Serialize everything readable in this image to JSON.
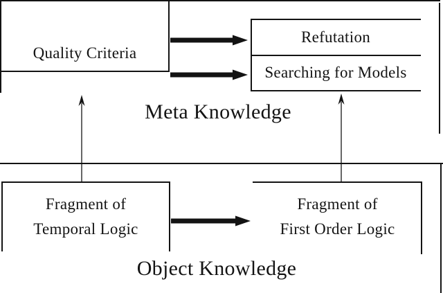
{
  "sections": {
    "meta": {
      "label": "Meta Knowledge",
      "boxes": {
        "quality_criteria": {
          "label": "Quality Criteria"
        },
        "refutation": {
          "label": "Refutation"
        },
        "searching_for_models": {
          "label": "Searching for Models"
        }
      }
    },
    "object": {
      "label": "Object Knowledge",
      "boxes": {
        "temporal": {
          "line1": "Fragment of",
          "line2": "Temporal Logic"
        },
        "first_order": {
          "line1": "Fragment of",
          "line2": "First Order Logic"
        }
      }
    }
  },
  "connections": [
    {
      "from": "Quality Criteria",
      "to": "Refutation",
      "style": "thick-horizontal-arrow"
    },
    {
      "from": "Quality Criteria",
      "to": "Searching for Models",
      "style": "thick-horizontal-arrow"
    },
    {
      "from": "Fragment of Temporal Logic",
      "to": "Fragment of First Order Logic",
      "style": "thick-horizontal-arrow"
    },
    {
      "from": "Fragment of Temporal Logic",
      "to": "Quality Criteria",
      "style": "thin-vertical-arrow"
    },
    {
      "from": "Fragment of First Order Logic",
      "to": "Searching for Models",
      "style": "thin-vertical-arrow"
    }
  ],
  "colors": {
    "ink": "#131313",
    "background": "#ffffff"
  }
}
